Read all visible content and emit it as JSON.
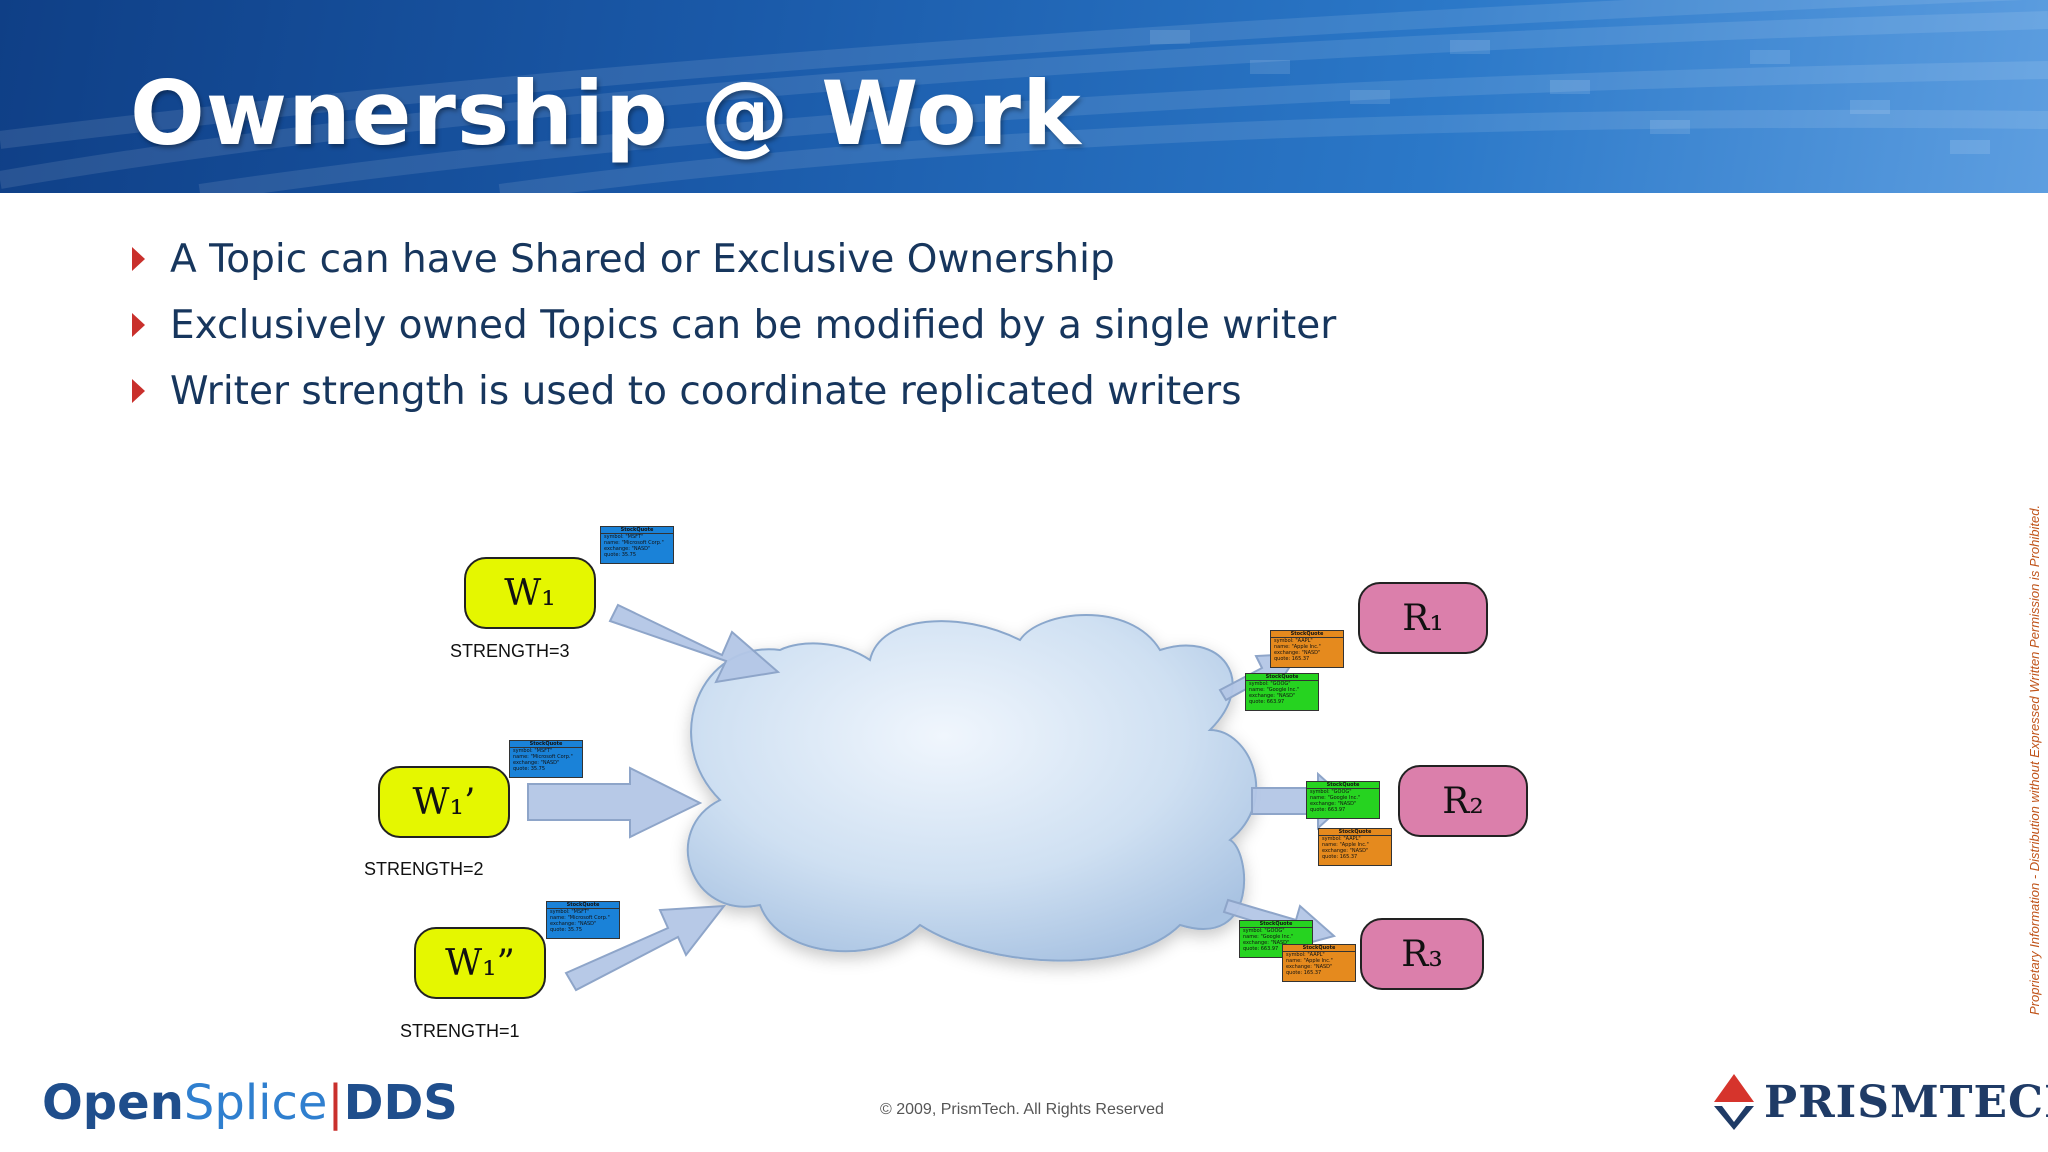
{
  "slide": {
    "title": "Ownership @ Work",
    "bullets": [
      "A Topic can have Shared or Exclusive Ownership",
      "Exclusively owned Topics can be modified by a single writer",
      "Writer strength is used to coordinate replicated writers"
    ]
  },
  "diagram": {
    "writers": [
      {
        "label": "W₁",
        "strength": "STRENGTH=3"
      },
      {
        "label": "W₁’",
        "strength": "STRENGTH=2"
      },
      {
        "label": "W₁”",
        "strength": "STRENGTH=1"
      }
    ],
    "readers": [
      {
        "label": "R₁"
      },
      {
        "label": "R₂"
      },
      {
        "label": "R₃"
      }
    ],
    "samples": {
      "msft": {
        "header": "StockQuote",
        "lines": [
          "symbol: \"MSFT\"",
          "name: \"Microsoft Corp.\"",
          "exchange: \"NASD\"",
          "quote: 35.75"
        ]
      },
      "aapl": {
        "header": "StockQuote",
        "lines": [
          "symbol: \"AAPL\"",
          "name: \"Apple Inc.\"",
          "exchange: \"NASD\"",
          "quote: 165.37"
        ]
      },
      "goog": {
        "header": "StockQuote",
        "lines": [
          "symbol: \"GOOG\"",
          "name: \"Google Inc.\"",
          "exchange: \"NASD\"",
          "quote: 663.97"
        ]
      }
    }
  },
  "footer": {
    "copyright": "© 2009, PrismTech. All Rights Reserved",
    "logo_left": {
      "open": "Open",
      "splice": "Splice",
      "bar": "|",
      "dds": "DDS"
    },
    "logo_right": "PRISMTECH",
    "side_note": "Proprietary Information  - Distribution without Expressed Written Permission is Prohibited."
  },
  "colors": {
    "header_blue": "#1a59a8",
    "bullet_red": "#c9302c",
    "text_navy": "#17365d",
    "writer_yellow": "#e5f700",
    "reader_pink": "#db7fab",
    "sample_blue": "#1a82d8",
    "sample_orange": "#e58a1e",
    "sample_green": "#26d320"
  }
}
